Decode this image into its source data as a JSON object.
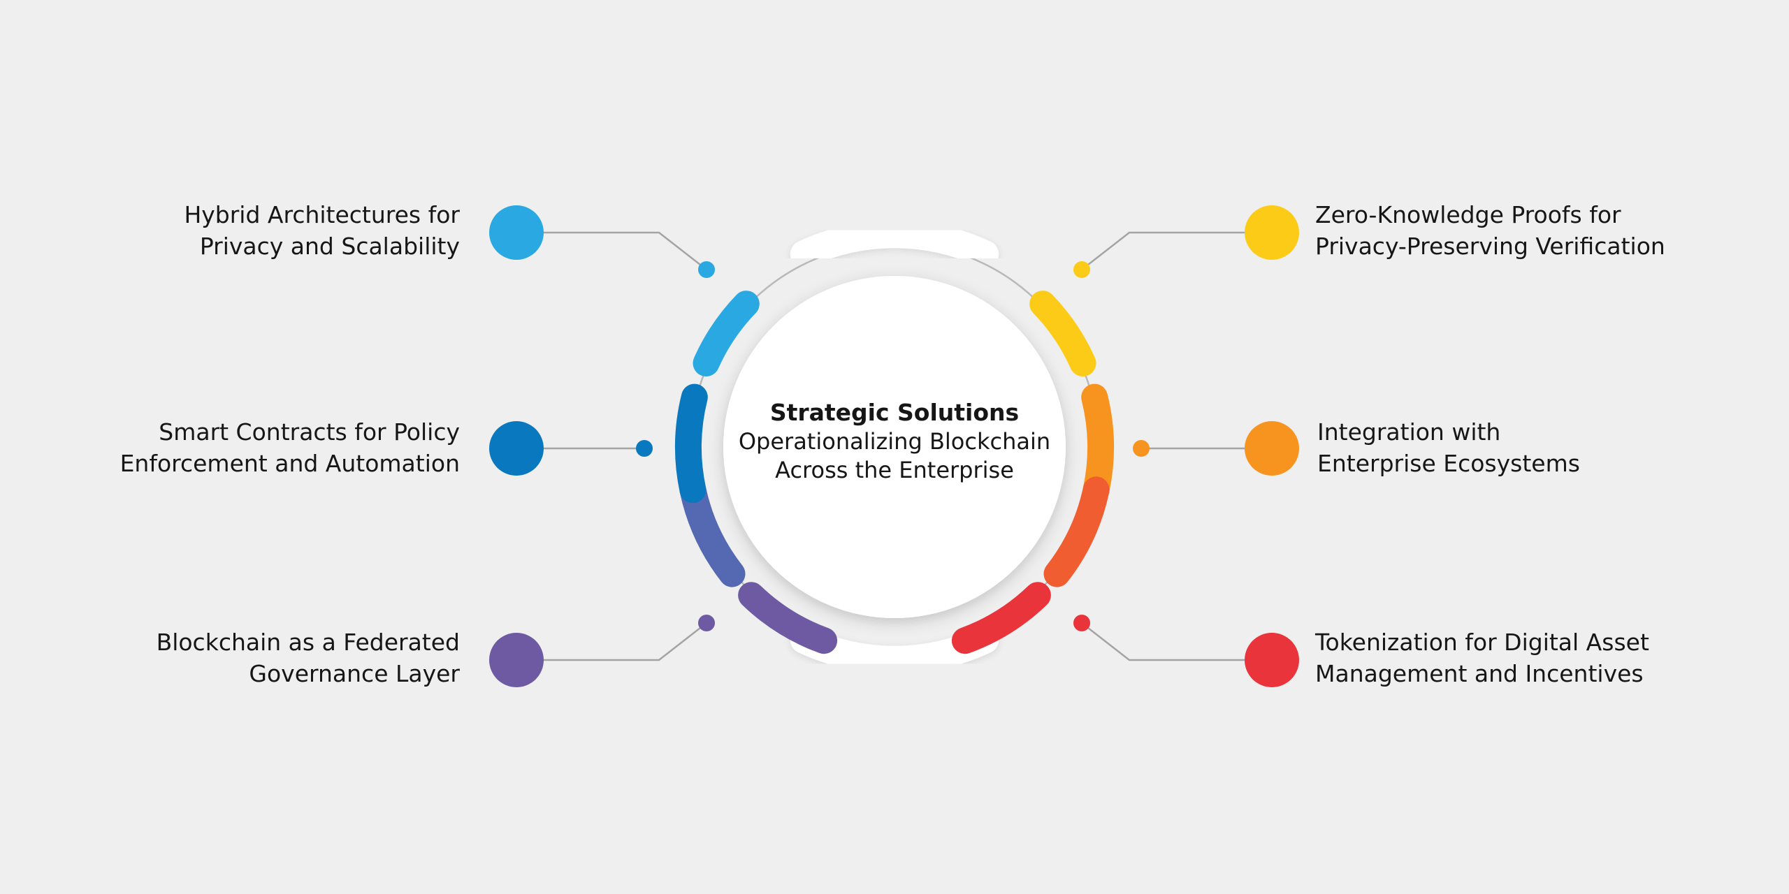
{
  "center": {
    "title": "Strategic Solutions",
    "subtitle_line1": "Operationalizing Blockchain",
    "subtitle_line2": "Across the Enterprise"
  },
  "items": [
    {
      "id": "hybrid-architectures",
      "line1": "Hybrid Architectures for",
      "line2": "Privacy and Scalability",
      "color": "#29a8e2"
    },
    {
      "id": "smart-contracts",
      "line1": "Smart Contracts for Policy",
      "line2": "Enforcement and Automation",
      "color": "#0a78be"
    },
    {
      "id": "federated-governance",
      "line1": "Blockchain as a Federated",
      "line2": "Governance Layer",
      "color": "#6e5aa2"
    },
    {
      "id": "zero-knowledge-proofs",
      "line1": "Zero-Knowledge Proofs for",
      "line2": "Privacy-Preserving Verification",
      "color": "#fccb17"
    },
    {
      "id": "enterprise-integration",
      "line1": "Integration with",
      "line2": "Enterprise Ecosystems",
      "color": "#f7941f"
    },
    {
      "id": "tokenization",
      "line1": "Tokenization for Digital Asset",
      "line2": "Management and Incentives",
      "color": "#e8343a"
    }
  ],
  "arc_colors": {
    "left_middle_lower": "#5469b1",
    "right_middle_lower": "#f05d30"
  }
}
